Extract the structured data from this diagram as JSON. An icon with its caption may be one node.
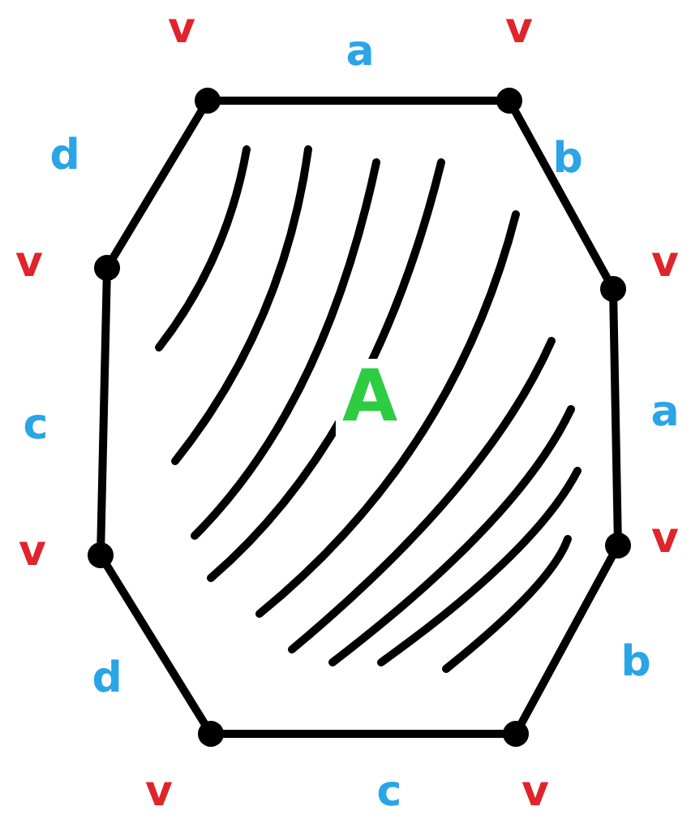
{
  "diagram": {
    "nodes": [
      {
        "text": [],
        "shape": "circle",
        "beside": [
          "v"
        ]
      },
      {
        "text": [],
        "shape": "circle",
        "beside": [
          "v"
        ]
      },
      {
        "text": [],
        "shape": "circle",
        "beside": [
          "v"
        ]
      },
      {
        "text": [],
        "shape": "circle",
        "beside": [
          "v"
        ]
      },
      {
        "text": [],
        "shape": "circle",
        "beside": [
          "v"
        ]
      },
      {
        "text": [],
        "shape": "circle",
        "beside": [
          "v"
        ]
      },
      {
        "text": [],
        "shape": "circle",
        "beside": [
          "v"
        ]
      },
      {
        "text": [],
        "shape": "circle",
        "beside": [
          "v"
        ]
      }
    ],
    "edges": [
      {
        "from": 0,
        "to": 1,
        "arrow": "none",
        "label": "a"
      },
      {
        "from": 1,
        "to": 3,
        "arrow": "none",
        "label": "b"
      },
      {
        "from": 3,
        "to": 5,
        "arrow": "none",
        "label": "a"
      },
      {
        "from": 5,
        "to": 7,
        "arrow": "none",
        "label": "b"
      },
      {
        "from": 7,
        "to": 6,
        "arrow": "none",
        "label": "c"
      },
      {
        "from": 6,
        "to": 4,
        "arrow": "none",
        "label": "d"
      },
      {
        "from": 4,
        "to": 2,
        "arrow": "none",
        "label": "c"
      },
      {
        "from": 2,
        "to": 0,
        "arrow": "none",
        "label": "d"
      }
    ],
    "labels": [
      "A"
    ]
  }
}
